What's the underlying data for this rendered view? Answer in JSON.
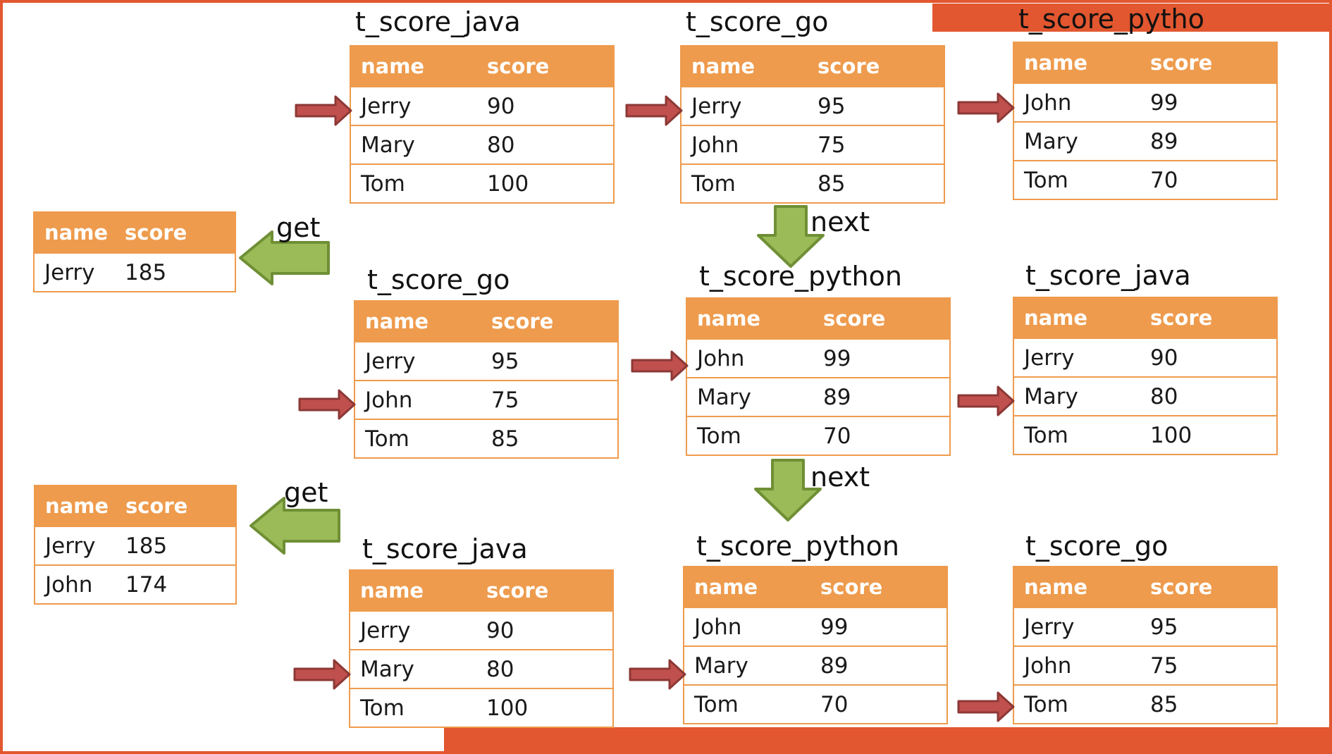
{
  "headers": {
    "name": "name",
    "score": "score"
  },
  "round1": {
    "java": {
      "title": "t_score_java",
      "rows": [
        [
          "Jerry",
          "90"
        ],
        [
          "Mary",
          "80"
        ],
        [
          "Tom",
          "100"
        ]
      ]
    },
    "go": {
      "title": "t_score_go",
      "rows": [
        [
          "Jerry",
          "95"
        ],
        [
          "John",
          "75"
        ],
        [
          "Tom",
          "85"
        ]
      ]
    },
    "python": {
      "title": "t_score_pytho",
      "rows": [
        [
          "John",
          "99"
        ],
        [
          "Mary",
          "89"
        ],
        [
          "Tom",
          "70"
        ]
      ]
    }
  },
  "round2": {
    "go": {
      "title": "t_score_go",
      "rows": [
        [
          "Jerry",
          "95"
        ],
        [
          "John",
          "75"
        ],
        [
          "Tom",
          "85"
        ]
      ]
    },
    "python": {
      "title": "t_score_python",
      "rows": [
        [
          "John",
          "99"
        ],
        [
          "Mary",
          "89"
        ],
        [
          "Tom",
          "70"
        ]
      ]
    },
    "java": {
      "title": "t_score_java",
      "rows": [
        [
          "Jerry",
          "90"
        ],
        [
          "Mary",
          "80"
        ],
        [
          "Tom",
          "100"
        ]
      ]
    }
  },
  "round3": {
    "java": {
      "title": "t_score_java",
      "rows": [
        [
          "Jerry",
          "90"
        ],
        [
          "Mary",
          "80"
        ],
        [
          "Tom",
          "100"
        ]
      ]
    },
    "python": {
      "title": "t_score_python",
      "rows": [
        [
          "John",
          "99"
        ],
        [
          "Mary",
          "89"
        ],
        [
          "Tom",
          "70"
        ]
      ]
    },
    "go": {
      "title": "t_score_go",
      "rows": [
        [
          "Jerry",
          "95"
        ],
        [
          "John",
          "75"
        ],
        [
          "Tom",
          "85"
        ]
      ]
    }
  },
  "results": {
    "first": {
      "rows": [
        [
          "Jerry",
          "185"
        ]
      ]
    },
    "second": {
      "rows": [
        [
          "Jerry",
          "185"
        ],
        [
          "John",
          "174"
        ]
      ]
    }
  },
  "labels": {
    "next": "next",
    "get": "get"
  },
  "colors": {
    "header": "#ee9b4d",
    "pointer": "#c0504d",
    "flow": "#9bbb59",
    "accent": "#e2572f"
  }
}
